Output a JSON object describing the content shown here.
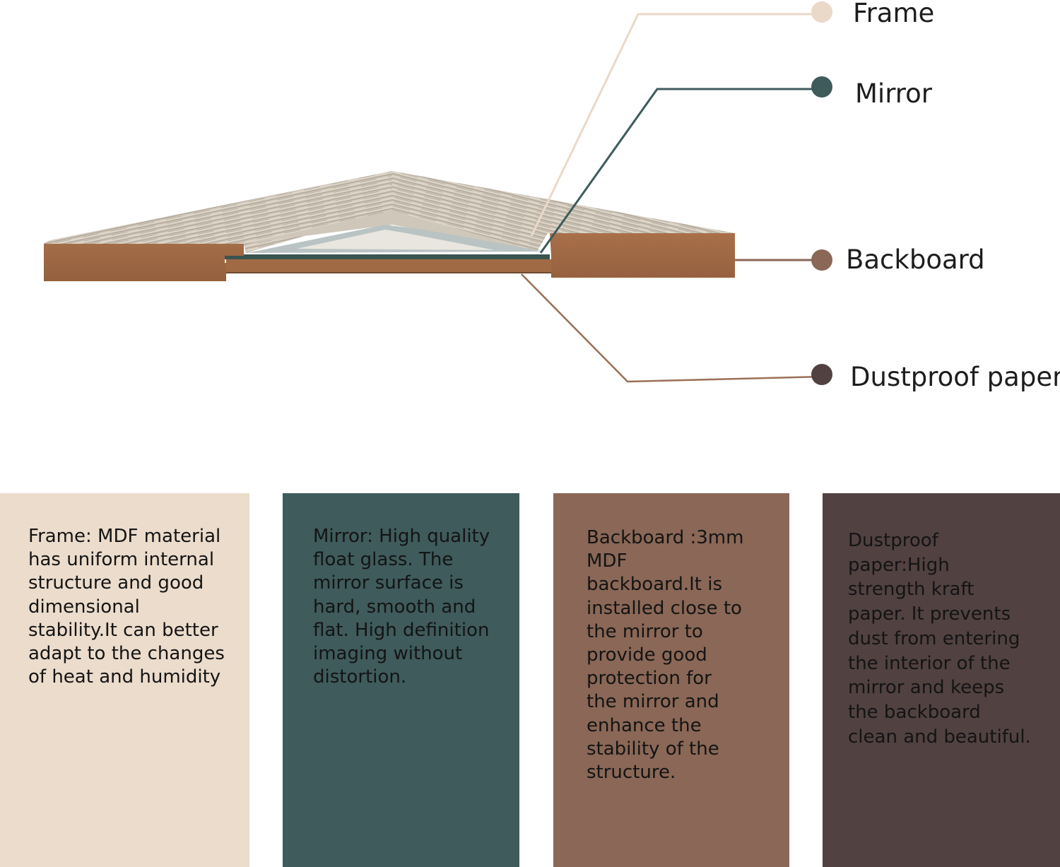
{
  "colors": {
    "frame": "#ebdccc",
    "mirror": "#3f5b5c",
    "backboard": "#8a6756",
    "dustproof": "#514141"
  },
  "callouts": {
    "frame": "Frame",
    "mirror": "Mirror",
    "backboard": "Backboard",
    "dustproof": "Dustproof paper"
  },
  "cards": {
    "frame": "Frame: MDF material\nhas uniform internal\nstructure and good\ndimensional\nstability.It can better\nadapt to the changes\nof heat and humidity",
    "mirror": "Mirror: High quality\nfloat glass. The\nmirror surface is\nhard, smooth and\nflat. High definition\nimaging without\ndistortion.",
    "backboard": "Backboard :3mm\nMDF\nbackboard.It is\ninstalled close to\nthe mirror to\nprovide good\nprotection for\nthe mirror and\nenhance the\nstability of the\nstructure.",
    "dustproof": "Dustproof\npaper:High\nstrength kraft\npaper. It prevents\ndust from entering\nthe interior of the\nmirror and keeps\nthe backboard\nclean and beautiful."
  }
}
